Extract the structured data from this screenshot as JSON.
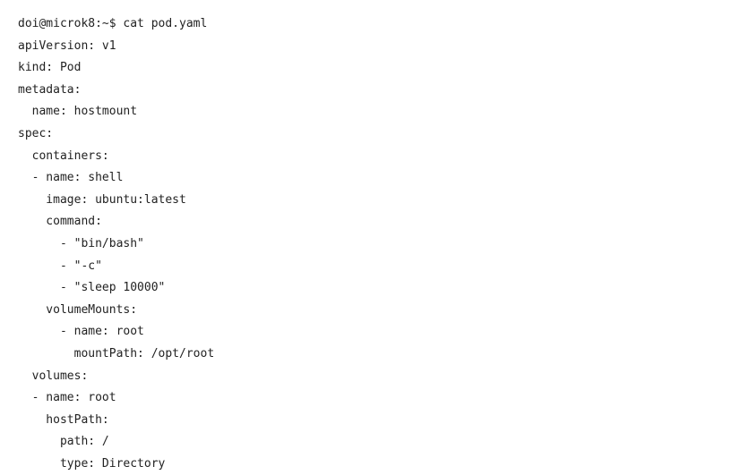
{
  "terminal": {
    "lines": [
      "doi@microk8:~$ cat pod.yaml",
      "apiVersion: v1",
      "kind: Pod",
      "metadata:",
      "  name: hostmount",
      "spec:",
      "  containers:",
      "  - name: shell",
      "    image: ubuntu:latest",
      "    command:",
      "      - \"bin/bash\"",
      "      - \"-c\"",
      "      - \"sleep 10000\"",
      "    volumeMounts:",
      "      - name: root",
      "        mountPath: /opt/root",
      "  volumes:",
      "  - name: root",
      "    hostPath:",
      "      path: /",
      "      type: Directory"
    ]
  }
}
